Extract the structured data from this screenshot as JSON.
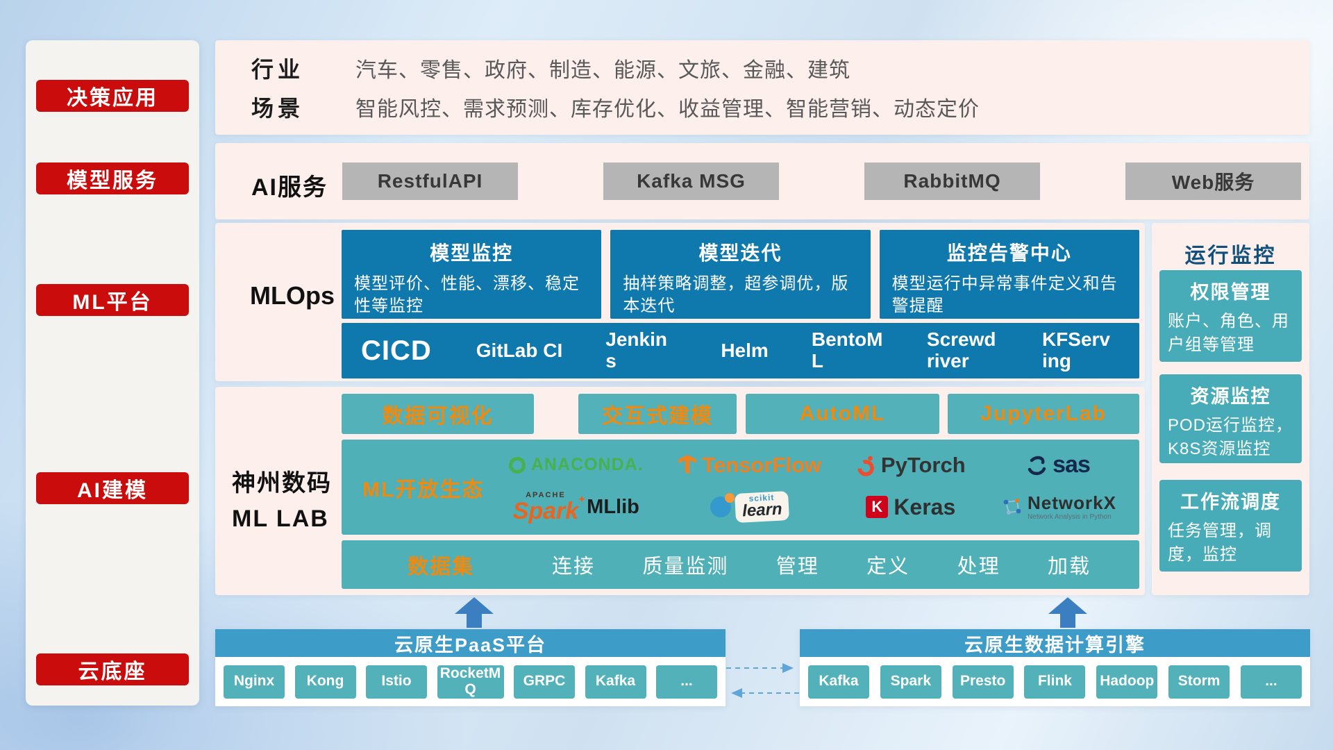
{
  "colors": {
    "accent_red": "#cb0c0c",
    "panel_pink": "#fcefec",
    "deep_blue": "#0f78ad",
    "teal": "#4fb0b8",
    "bar_blue": "#3e9cc8",
    "accent_orange": "#f08a0e",
    "gray_button": "#b5b5b5",
    "arrow_blue": "#3c7fc0"
  },
  "sidebar": {
    "items": [
      {
        "label": "决策应用"
      },
      {
        "label": "模型服务"
      },
      {
        "label": "ML平台"
      },
      {
        "label": "AI建模"
      },
      {
        "label": "云底座"
      }
    ]
  },
  "industry_section": {
    "rows": [
      {
        "label": "行业",
        "value": "汽车、零售、政府、制造、能源、文旅、金融、建筑"
      },
      {
        "label": "场景",
        "value": "智能风控、需求预测、库存优化、收益管理、智能营销、动态定价"
      }
    ]
  },
  "ai_service": {
    "label": "AI服务",
    "items": [
      "RestfulAPI",
      "Kafka MSG",
      "RabbitMQ",
      "Web服务"
    ]
  },
  "mlops": {
    "label": "MLOps",
    "cards": [
      {
        "title": "模型监控",
        "desc": "模型评价、性能、漂移、稳定性等监控"
      },
      {
        "title": "模型迭代",
        "desc": "抽样策略调整，超参调优，版本迭代"
      },
      {
        "title": "监控告警中心",
        "desc": "模型运行中异常事件定义和告警提醒"
      }
    ],
    "cicd": {
      "label": "CICD",
      "items": [
        "GitLab CI",
        "Jenkins",
        "Helm",
        "BentoML",
        "Screwdriver",
        "KFServing"
      ]
    }
  },
  "monitoring": {
    "title": "运行监控",
    "cards": [
      {
        "title": "权限管理",
        "desc": "账户、角色、用户组等管理"
      },
      {
        "title": "资源监控",
        "desc": "POD运行监控，K8S资源监控"
      },
      {
        "title": "工作流调度",
        "desc": "任务管理，调度，监控"
      }
    ]
  },
  "mllab": {
    "label_line1": "神州数码",
    "label_line2": "ML LAB",
    "tools": [
      "数据可视化",
      "交互式建模",
      "AutoML",
      "JupyterLab"
    ],
    "ecosystem": {
      "label": "ML开放生态",
      "logos": {
        "anaconda": {
          "label": "ANACONDA."
        },
        "tensorflow": {
          "label": "TensorFlow"
        },
        "pytorch": {
          "label": "PyTorch"
        },
        "sas": {
          "label": "sas"
        },
        "spark": {
          "vendor": "APACHE",
          "label": "Spark",
          "star": "✦",
          "suffix": "MLlib"
        },
        "scikit_learn": {
          "sub": "scikit",
          "label": "learn"
        },
        "keras": {
          "letter": "K",
          "label": "Keras"
        },
        "networkx": {
          "label": "NetworkX",
          "sub": "Network Analysis in Python"
        }
      }
    },
    "dataset": {
      "label": "数据集",
      "items": [
        "连接",
        "质量监测",
        "管理",
        "定义",
        "处理",
        "加载"
      ]
    }
  },
  "paas": {
    "title": "云原生PaaS平台",
    "items": [
      "Nginx",
      "Kong",
      "Istio",
      "RocketMQ",
      "GRPC",
      "Kafka",
      "..."
    ]
  },
  "data_engine": {
    "title": "云原生数据计算引擎",
    "items": [
      "Kafka",
      "Spark",
      "Presto",
      "Flink",
      "Hadoop",
      "Storm",
      "..."
    ]
  }
}
